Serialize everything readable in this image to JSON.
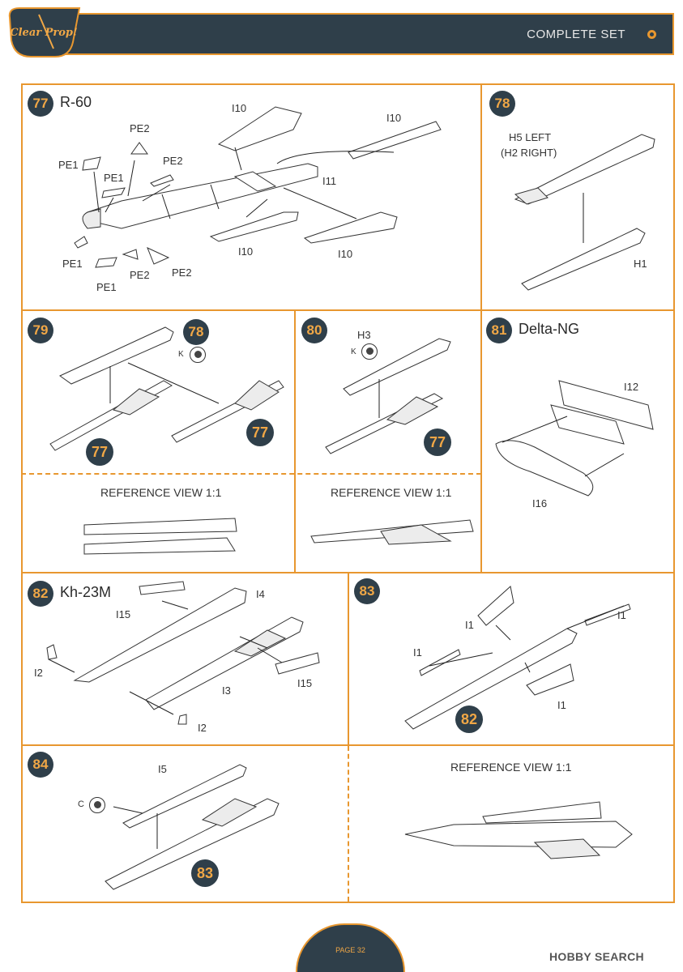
{
  "header": {
    "title": "COMPLETE SET"
  },
  "logo": {
    "text": "Clear Prop!"
  },
  "steps": {
    "s77": {
      "number": "77",
      "title": "R-60",
      "labels": [
        "I10",
        "I10",
        "I11",
        "PE2",
        "PE2",
        "PE1",
        "PE1",
        "PE1",
        "PE1",
        "PE2",
        "PE2",
        "I10",
        "I10"
      ]
    },
    "s78": {
      "number": "78",
      "labels": [
        "H5 LEFT",
        "(H2 RIGHT)",
        "H1"
      ]
    },
    "s79": {
      "number": "79",
      "ref": "78",
      "paint": "K",
      "callouts": [
        "77",
        "77"
      ],
      "ref_view": "REFERENCE VIEW 1:1"
    },
    "s80": {
      "number": "80",
      "label": "H3",
      "paint": "K",
      "callout": "77",
      "ref_view": "REFERENCE VIEW 1:1"
    },
    "s81": {
      "number": "81",
      "title": "Delta-NG",
      "labels": [
        "I12",
        "I16"
      ]
    },
    "s82": {
      "number": "82",
      "title": "Kh-23M",
      "labels": [
        "I15",
        "I4",
        "I2",
        "I15",
        "I3",
        "I2"
      ]
    },
    "s83": {
      "number": "83",
      "labels": [
        "I1",
        "I1",
        "I1",
        "I1"
      ],
      "callout": "82"
    },
    "s84": {
      "number": "84",
      "label": "I5",
      "paint": "C",
      "callout": "83",
      "ref_view": "REFERENCE VIEW 1:1"
    }
  },
  "footer": {
    "page": "PAGE 32",
    "watermark": "HOBBY SEARCH"
  },
  "colors": {
    "accent": "#e8972f",
    "dark": "#2f3f4a"
  }
}
